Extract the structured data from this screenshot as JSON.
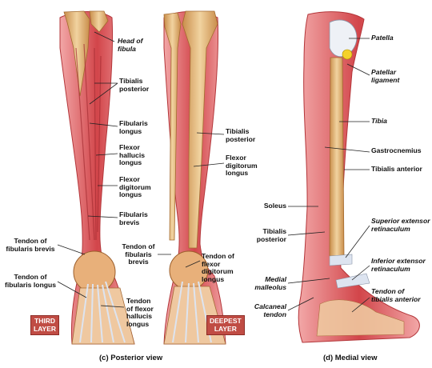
{
  "posterior": {
    "caption": "(c) Posterior view",
    "labels": {
      "head_of_fibula": "Head of\nfibula",
      "tibialis_posterior": "Tibialis\nposterior",
      "fibularis_longus": "Fibularis\nlongus",
      "flexor_hallucis_longus": "Flexor\nhallucis\nlongus",
      "flexor_digitorum_longus": "Flexor\ndigitorum\nlongus",
      "fibularis_brevis": "Fibularis\nbrevis",
      "tendon_fibularis_brevis": "Tendon of\nfibularis brevis",
      "tendon_fibularis_longus": "Tendon of\nfibularis longus",
      "tendon_flexor_hallucis_longus": "Tendon\nof flexor\nhallucis\nlongus",
      "deep_tibialis_posterior": "Tibialis\nposterior",
      "deep_flexor_digitorum_longus": "Flexor\ndigitorum\nlongus",
      "deep_tendon_fibularis_brevis": "Tendon of\nfibularis\nbrevis",
      "deep_tendon_flexor_digitorum_longus": "Tendon of\nflexor\ndigitorum\nlongus"
    },
    "badges": {
      "third": "THIRD\nLAYER",
      "deepest": "DEEPEST\nLAYER"
    }
  },
  "medial": {
    "caption": "(d) Medial view",
    "labels": {
      "patella": "Patella",
      "patellar_ligament": "Patellar\nligament",
      "tibia": "Tibia",
      "gastrocnemius": "Gastrocnemius",
      "tibialis_anterior": "Tibialis anterior",
      "soleus": "Soleus",
      "tibialis_posterior": "Tibialis\nposterior",
      "superior_extensor_retinaculum": "Superior extensor\nretinaculum",
      "inferior_extensor_retinaculum": "Inferior extensor\nretinaculum",
      "medial_malleolus": "Medial\nmalleolus",
      "tendon_tibialis_anterior": "Tendon of\ntibialis anterior",
      "calcaneal_tendon": "Calcaneal\ntendon"
    }
  },
  "colors": {
    "muscle": "#d2454a",
    "muscle_light": "#e8868a",
    "bone": "#e9c48e",
    "tendon": "#dde4f0",
    "leader": "#222222"
  }
}
